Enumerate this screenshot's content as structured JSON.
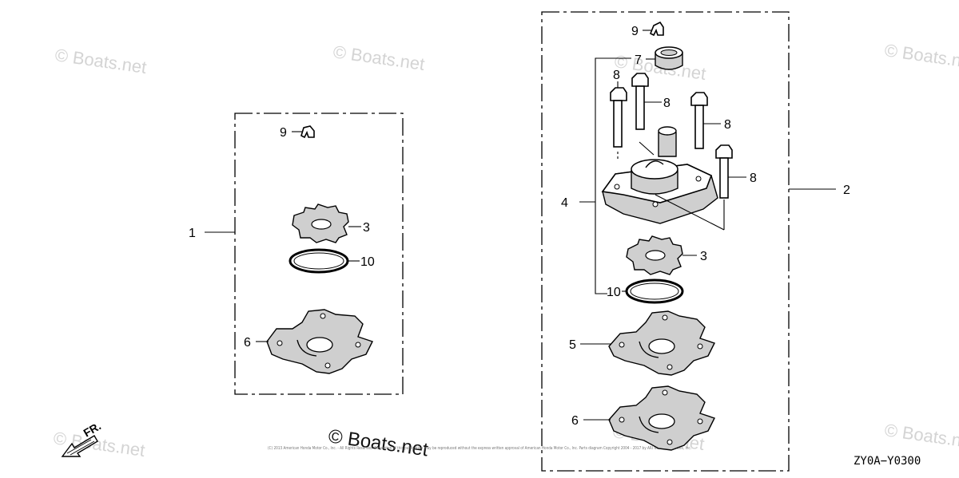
{
  "diagram": {
    "drawing_code": "ZY0A−Y0300",
    "front_marker": "FR.",
    "watermark": "© Boats.net",
    "copyright_line": "(C) 2013 American Honda Motor Co., Inc. - All Rights Reserved. No portion of this publication may be reproduced without the express written approval of American Honda Motor Co., Inc.  Parts diagram Copyright 2004 - 2017 by ARI Network Services, Inc.",
    "kit_left": {
      "label": "1",
      "callouts": [
        "9",
        "3",
        "10",
        "6"
      ]
    },
    "kit_right": {
      "label": "2",
      "callouts": [
        "9",
        "7",
        "8",
        "8",
        "8",
        "8",
        "4",
        "3",
        "10",
        "5",
        "6"
      ]
    }
  }
}
